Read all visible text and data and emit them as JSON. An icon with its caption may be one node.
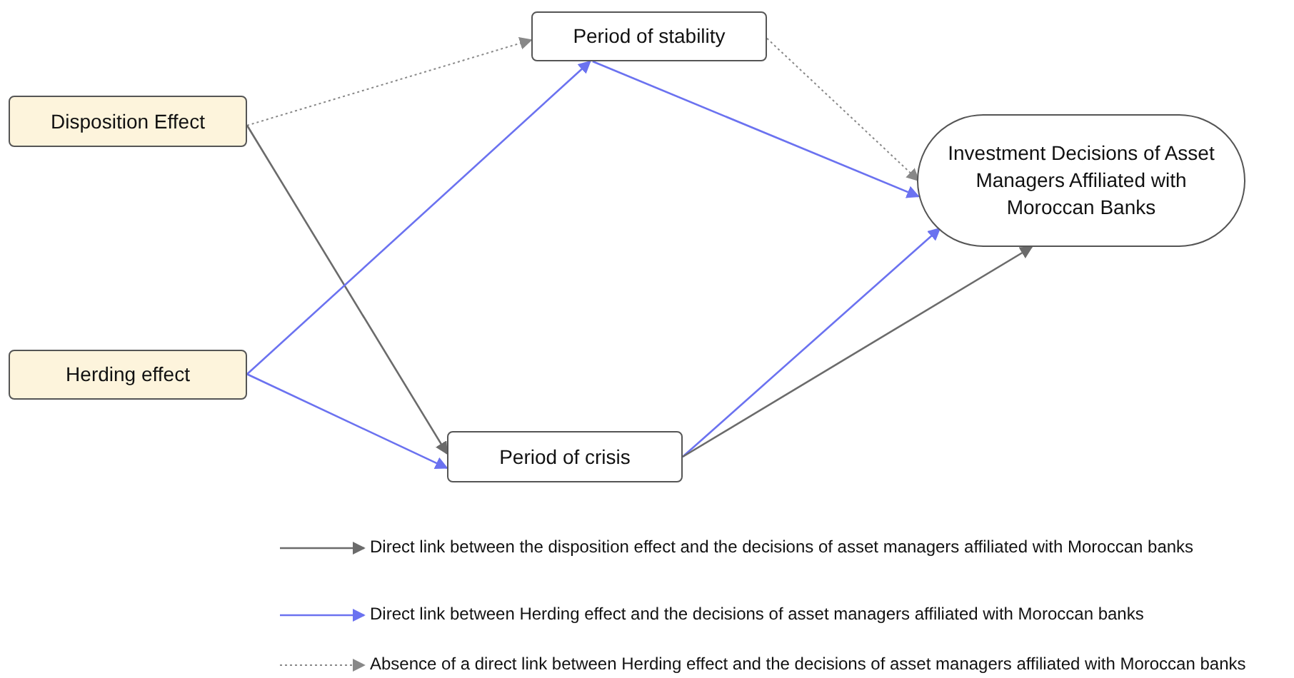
{
  "diagram": {
    "nodes": [
      {
        "text": [
          "Disposition Effect"
        ]
      },
      {
        "text": [
          "Herding effect"
        ]
      },
      {
        "text": [
          "Period of stability"
        ]
      },
      {
        "text": [
          "Period of crisis"
        ]
      },
      {
        "text": [
          "Investment Decisions of Asset Managers Affiliated with Moroccan Banks"
        ]
      }
    ],
    "edges": [
      {
        "from": 0,
        "to": 2,
        "arrow": "to",
        "style": "dashed",
        "color": "#888888"
      },
      {
        "from": 0,
        "to": 3,
        "arrow": "to",
        "color": "#6b6b6b"
      },
      {
        "from": 1,
        "to": 2,
        "arrow": "to",
        "color": "#6b72f0"
      },
      {
        "from": 1,
        "to": 3,
        "arrow": "to",
        "color": "#6b72f0"
      },
      {
        "from": 2,
        "to": 4,
        "arrow": "to",
        "style": "dashed",
        "color": "#888888"
      },
      {
        "from": 2,
        "to": 4,
        "arrow": "to",
        "color": "#6b72f0"
      },
      {
        "from": 3,
        "to": 4,
        "arrow": "to",
        "color": "#6b72f0"
      },
      {
        "from": 3,
        "to": 4,
        "arrow": "to",
        "color": "#6b6b6b"
      }
    ],
    "legend": [
      {
        "text": "Direct link between the disposition effect and the decisions of asset managers affiliated with Moroccan banks"
      },
      {
        "text": "Direct link between Herding effect and the decisions of asset managers affiliated with Moroccan banks"
      },
      {
        "text": "Absence of a direct link between Herding effect and the decisions of asset managers affiliated with Moroccan banks"
      }
    ]
  }
}
